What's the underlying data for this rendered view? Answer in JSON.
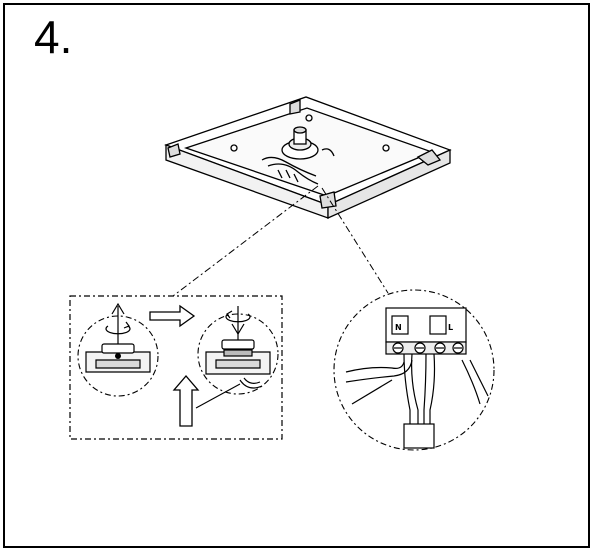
{
  "step": {
    "number": "4."
  },
  "terminal_block": {
    "neutral_label": "N",
    "live_label": "L"
  },
  "colors": {
    "line": "#000000",
    "background": "#ffffff",
    "light_fill": "#e6e6e6"
  }
}
